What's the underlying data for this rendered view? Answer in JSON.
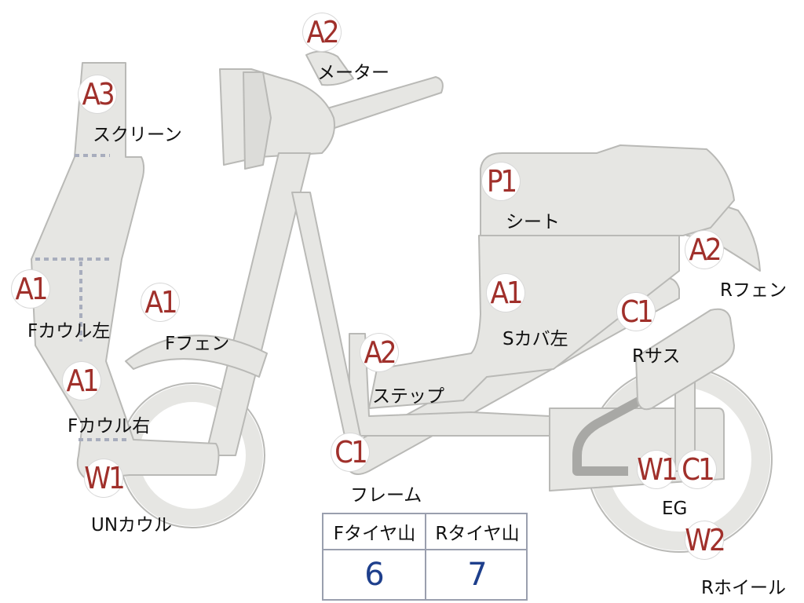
{
  "colors": {
    "part_fill": "#e6e6e3",
    "part_stroke": "#b9b9b6",
    "badge_text": "#a0302b",
    "value_text": "#1e3f8c",
    "table_border": "#9a9fae"
  },
  "parts": [
    {
      "id": "meter",
      "code": "A2",
      "label": "メーター"
    },
    {
      "id": "screen",
      "code": "A3",
      "label": "スクリーン"
    },
    {
      "id": "seat",
      "code": "P1",
      "label": "シート"
    },
    {
      "id": "rfender",
      "code": "A2",
      "label": "Rフェン"
    },
    {
      "id": "fcowl-left",
      "code": "A1",
      "label": "Fカウル左"
    },
    {
      "id": "ffender",
      "code": "A1",
      "label": "Fフェン"
    },
    {
      "id": "scover-left",
      "code": "A1",
      "label": "Sカバ左"
    },
    {
      "id": "rsus",
      "code": "C1",
      "label": "Rサス"
    },
    {
      "id": "step",
      "code": "A2",
      "label": "ステップ"
    },
    {
      "id": "fcowl-right",
      "code": "A1",
      "label": "Fカウル右"
    },
    {
      "id": "frame",
      "code": "C1",
      "label": "フレーム"
    },
    {
      "id": "un-cowl",
      "code": "W1",
      "label": "UNカウル"
    },
    {
      "id": "eg-w",
      "code": "W1",
      "label": ""
    },
    {
      "id": "eg-c",
      "code": "C1",
      "label": "EG"
    },
    {
      "id": "rwheel",
      "code": "W2",
      "label": "Rホイール"
    }
  ],
  "tire_table": {
    "headers": [
      "Fタイヤ山",
      "Rタイヤ山"
    ],
    "values": [
      "6",
      "7"
    ]
  }
}
